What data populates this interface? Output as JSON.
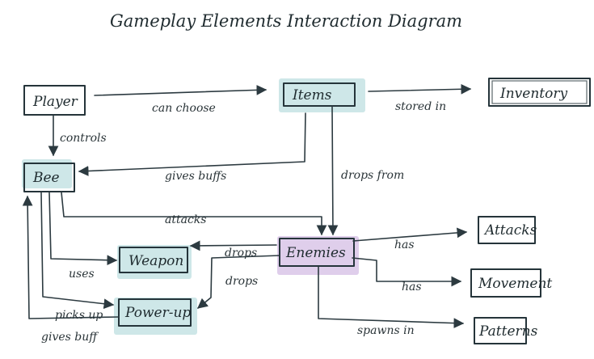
{
  "title": "Gameplay Elements Interaction Diagram",
  "nodes": {
    "player": "Player",
    "items": "Items",
    "inventory": "Inventory",
    "bee": "Bee",
    "enemies": "Enemies",
    "weapon": "Weapon",
    "power_up": "Power-up",
    "attacks": "Attacks",
    "movement": "Movement",
    "patterns": "Patterns"
  },
  "edges": {
    "player_items": "can choose",
    "items_inventory": "stored in",
    "player_bee": "controls",
    "items_bee": "gives buffs",
    "items_enemies": "drops from",
    "bee_enemies": "attacks",
    "enemies_weapon": "drops",
    "enemies_powerup": "drops",
    "bee_weapon": "uses",
    "bee_powerup": "picks up",
    "powerup_bee": "gives buff",
    "enemies_attacks": "has",
    "enemies_movement": "has",
    "enemies_patterns": "spawns in"
  },
  "highlight_colors": {
    "teal": "#c5e3e4",
    "purple": "#d9c6e8"
  }
}
